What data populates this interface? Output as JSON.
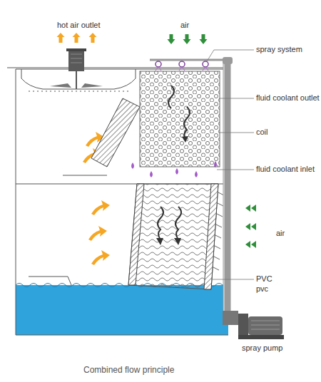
{
  "diagram": {
    "caption": "Combined flow principle",
    "labels": [
      "hot air outlet",
      "air",
      "spray system",
      "fluid coolant outlet",
      "coil",
      "fluid coolant inlet",
      "air",
      "PVC",
      "pvc",
      "spray pump"
    ]
  }
}
